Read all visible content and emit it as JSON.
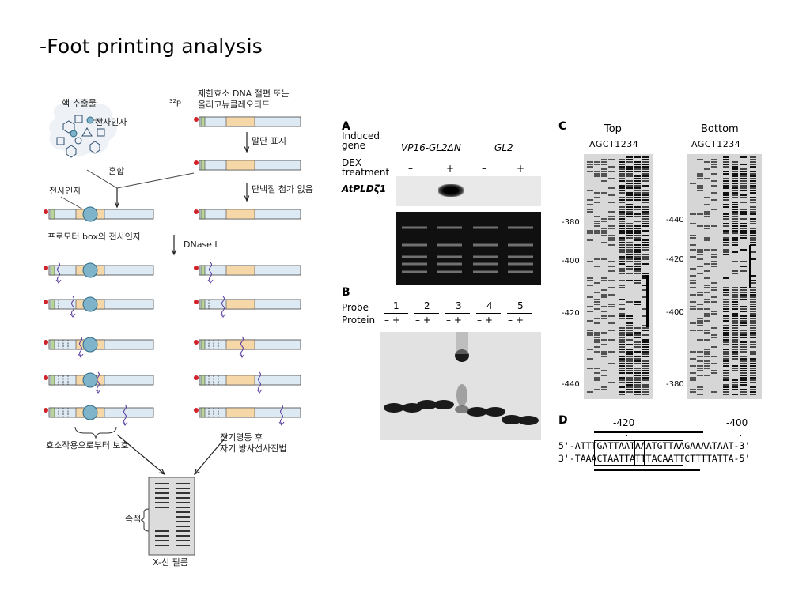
{
  "slide": {
    "title": "-Foot printing analysis"
  },
  "diagram": {
    "nuclear_extract": "핵 추출물",
    "transcription_factor_top": "전사인자",
    "restriction_text": "제한효소 DNA 절편 또는\n올리고뉴클레오티드",
    "p32_mass": "32",
    "p32_elem": "P",
    "end_labeling": "말단 표지",
    "mixing": "혼합",
    "no_protein": "단백질 첨가 없음",
    "transcription_factor_left": "전사인자",
    "promoter_box_tf": "프로모터 box의 전사인자",
    "dnase": "DNase I",
    "protection": "효소작용으로부터 보호",
    "electrophoresis": "전기영동 후\n자기 방사선사진법",
    "accumulation": "족적",
    "xray_film": "X-선 필름"
  },
  "panel_a": {
    "label": "A",
    "induced_gene": "Induced\ngene",
    "gene1": "VP16-GL2ΔN",
    "gene2": "GL2",
    "dex": "DEX\ntreatment",
    "signs": [
      "–",
      "+",
      "–",
      "+"
    ],
    "transcript": "AtPLDζ1"
  },
  "panel_b": {
    "label": "B",
    "probe": "Probe",
    "protein": "Protein",
    "probes": [
      "1",
      "2",
      "3",
      "4",
      "5"
    ],
    "sign_pair": "– +"
  },
  "panel_c": {
    "label": "C",
    "top": "Top",
    "bottom": "Bottom",
    "lanes": "AGCT1234",
    "top_ticks": [
      "-380",
      "-400",
      "-420",
      "-440"
    ],
    "bottom_ticks": [
      "-440",
      "-420",
      "-400",
      "-380"
    ]
  },
  "panel_d": {
    "label": "D",
    "pos1": "-420",
    "pos2": "-400",
    "seq1": "5'-ATTTGATTAATAAATGTTAAGAAAATAAT-3'",
    "seq2": "3'-TAAACTAATTATTTACAATTCTTTTATTA-5'"
  }
}
